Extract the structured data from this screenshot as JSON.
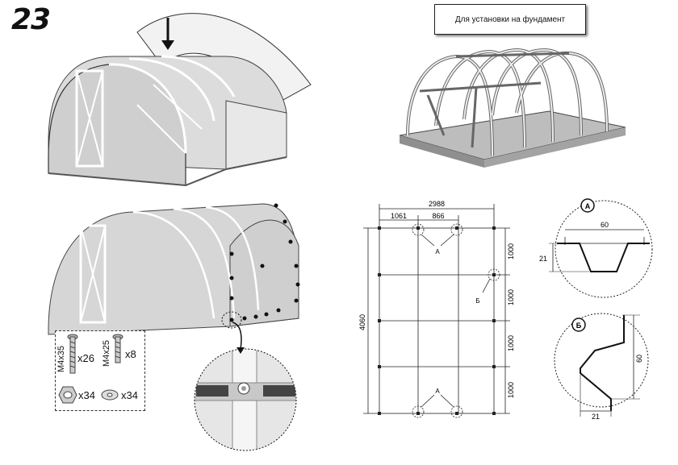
{
  "step": {
    "number": "23"
  },
  "foundation_note": {
    "text": "Для установки на фундамент"
  },
  "hardware": {
    "screw_m4x35": {
      "label": "M4x35",
      "qty": "x26"
    },
    "screw_m4x25": {
      "label": "M4x25",
      "qty": "x8"
    },
    "nut": {
      "qty": "x34"
    },
    "washer": {
      "qty": "x34"
    }
  },
  "plan": {
    "dim_total_width": "2988",
    "dim_left": "1061",
    "dim_mid": "866",
    "dim_length": "4060",
    "dim_seg1": "1000",
    "dim_seg2": "1000",
    "dim_seg3": "1000",
    "dim_seg4": "1000",
    "callout_a_top": "А",
    "callout_b": "Б",
    "callout_a_bottom": "А"
  },
  "detail_a": {
    "badge": "А",
    "width": "60",
    "height": "21"
  },
  "detail_b": {
    "badge": "Б",
    "height": "60",
    "width": "21"
  },
  "colors": {
    "line": "#222222",
    "panel": "#d9d9d9",
    "panel_dark": "#b5b5b5",
    "frame": "#e6e6e6"
  }
}
